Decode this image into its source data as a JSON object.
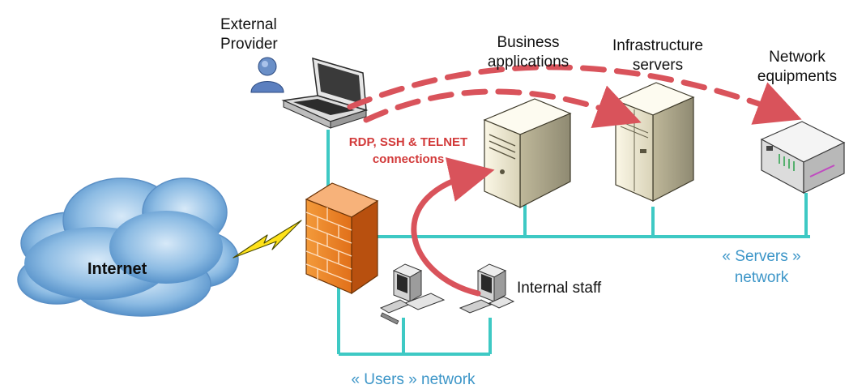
{
  "labels": {
    "external_provider": [
      "External",
      "Provider"
    ],
    "business_applications": [
      "Business",
      "applications"
    ],
    "infrastructure_servers": [
      "Infrastructure",
      "servers"
    ],
    "network_equipments": [
      "Network",
      "equipments"
    ],
    "internal_staff": "Internal staff",
    "connections": [
      "RDP, SSH & TELNET",
      "connections"
    ],
    "servers_network": [
      "« Servers »",
      "network"
    ],
    "users_network": "« Users » network",
    "internet": "Internet"
  },
  "colors": {
    "link": "#3ec9c4",
    "connection_arrow": "#d9535b",
    "connection_text": "#d23a3a",
    "network_label": "#3d96c8",
    "firewall": "#ef7b1e",
    "cloud": "#7fb0dc"
  },
  "icons": [
    "user-icon",
    "laptop-icon",
    "firewall-icon",
    "server-icon",
    "workstation-icon",
    "switch-icon",
    "lightning-icon",
    "cloud-icon"
  ]
}
